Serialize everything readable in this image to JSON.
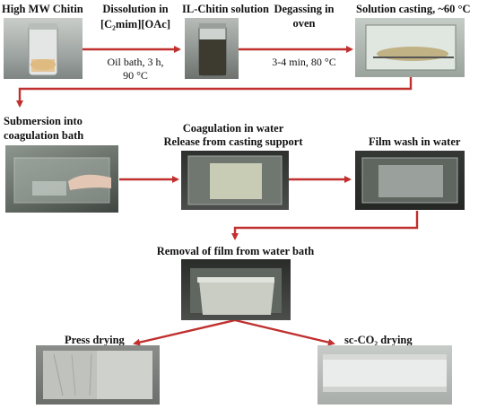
{
  "arrow_color": "#c0302f",
  "steps": {
    "chitin": {
      "label": "High MW Chitin",
      "icon": "vial-photo"
    },
    "dissolution": {
      "label_line1": "Dissolution in",
      "label_line2": "[C₂mim][OAc]",
      "condition_line1": "Oil bath, 3 h,",
      "condition_line2": "90 °C"
    },
    "il_solution": {
      "label": "IL-Chitin solution",
      "icon": "vial-photo"
    },
    "degassing": {
      "label_line1": "Degassing in",
      "label_line2": "oven",
      "condition": "3-4 min, 80 °C"
    },
    "casting": {
      "label": "Solution casting, ~60 °C",
      "icon": "casting-plate-photo"
    },
    "submersion": {
      "label_line1": "Submersion into",
      "label_line2": "coagulation bath",
      "icon": "coagulation-bath-photo"
    },
    "coagulation": {
      "label_line1": "Coagulation in water",
      "label_line2": "Release from casting support",
      "icon": "coagulated-film-photo"
    },
    "wash": {
      "label": "Film wash in water",
      "icon": "film-wash-photo"
    },
    "removal": {
      "label": "Removal of film from water bath",
      "icon": "film-removal-photo"
    },
    "press_drying": {
      "label": "Press drying",
      "icon": "pressed-film-photo"
    },
    "sc_drying": {
      "label": "sc-CO₂ drying",
      "icon": "aerogel-film-photo"
    }
  }
}
